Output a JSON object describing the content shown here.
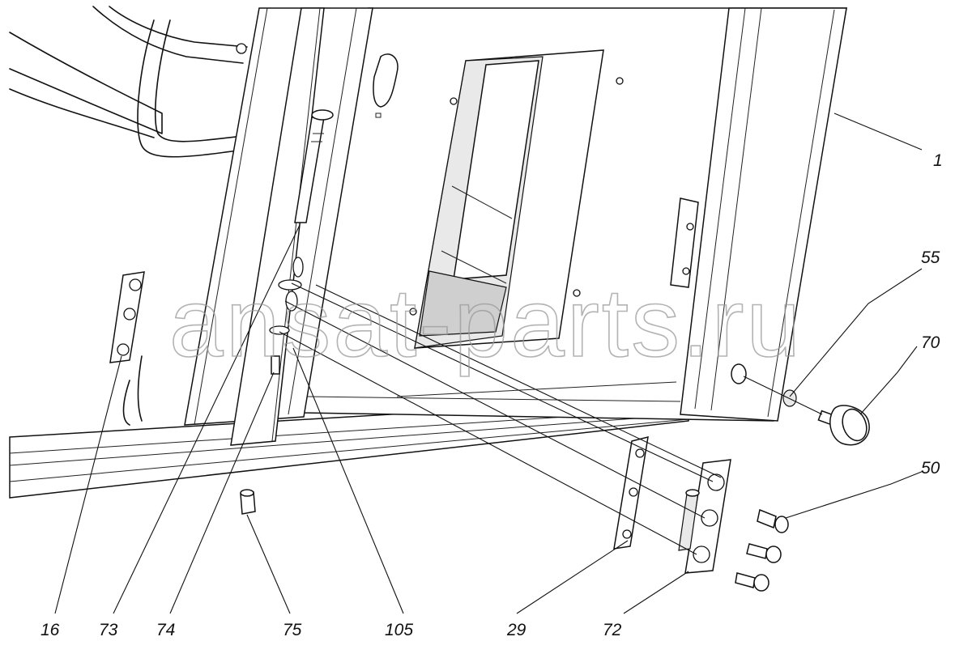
{
  "watermark": "ansat-parts.ru",
  "callouts": {
    "c1": "1",
    "c55": "55",
    "c70": "70",
    "c50": "50",
    "c16": "16",
    "c73": "73",
    "c74": "74",
    "c75": "75",
    "c105": "105",
    "c29": "29",
    "c72": "72"
  }
}
